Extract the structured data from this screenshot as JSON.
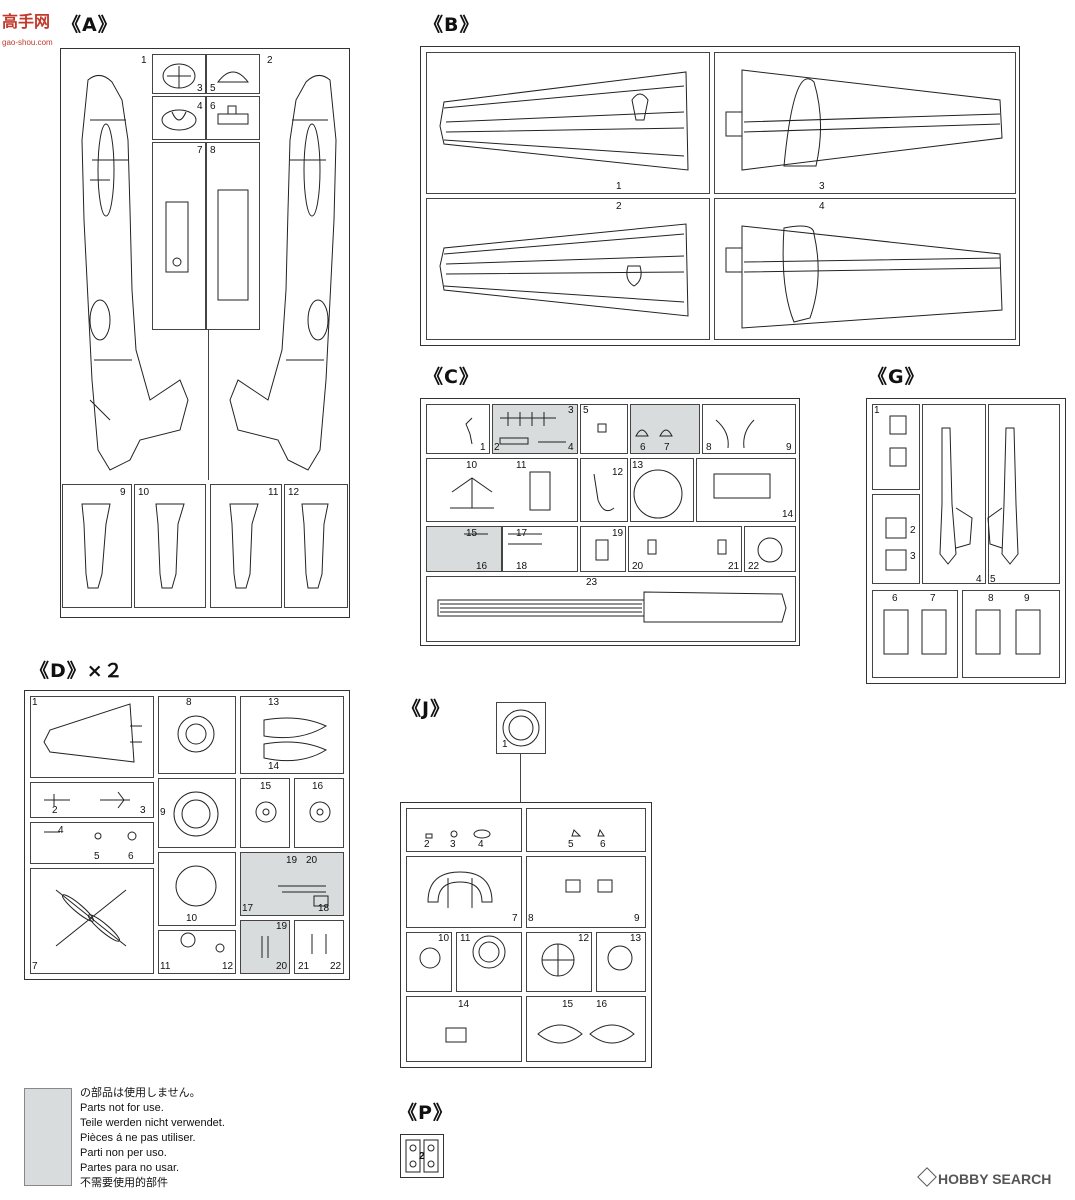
{
  "logo_top": {
    "main": "高手网",
    "sub": "gao-shou.com"
  },
  "sprues": {
    "A": "《A》",
    "B": "《B》",
    "C": "《C》",
    "G": "《G》",
    "D": "《D》×２",
    "J": "《J》",
    "P": "《P》"
  },
  "legend": {
    "lines": [
      "の部品は使用しません。",
      "Parts not for use.",
      "Teile werden nicht verwendet.",
      "Pièces á ne pas utiliser.",
      "Parti non per uso.",
      "Partes para no usar.",
      "不需要使用的部件"
    ],
    "swatch_color": "#d8dcdc"
  },
  "watermark": {
    "text": "HOBBY SEARCH"
  },
  "part_numbers": {
    "A": [
      "1",
      "2",
      "3",
      "5",
      "4",
      "6",
      "7",
      "8",
      "9",
      "10",
      "11",
      "12"
    ],
    "B": [
      "1",
      "3",
      "2",
      "4"
    ],
    "C": [
      "1",
      "2",
      "3",
      "4",
      "5",
      "6",
      "7",
      "8",
      "9",
      "10",
      "11",
      "12",
      "13",
      "14",
      "15",
      "16",
      "17",
      "18",
      "19",
      "20",
      "21",
      "22",
      "23"
    ],
    "G": [
      "1",
      "2",
      "3",
      "4",
      "5",
      "6",
      "7",
      "8",
      "9"
    ],
    "D": [
      "1",
      "2",
      "3",
      "4",
      "5",
      "6",
      "7",
      "8",
      "9",
      "10",
      "11",
      "12",
      "13",
      "14",
      "15",
      "16",
      "17",
      "18",
      "19",
      "20",
      "19",
      "20",
      "21",
      "22"
    ],
    "J": [
      "1",
      "2",
      "3",
      "4",
      "5",
      "6",
      "7",
      "8",
      "9",
      "10",
      "11",
      "12",
      "13",
      "14",
      "15",
      "16"
    ],
    "P": [
      "2"
    ]
  }
}
